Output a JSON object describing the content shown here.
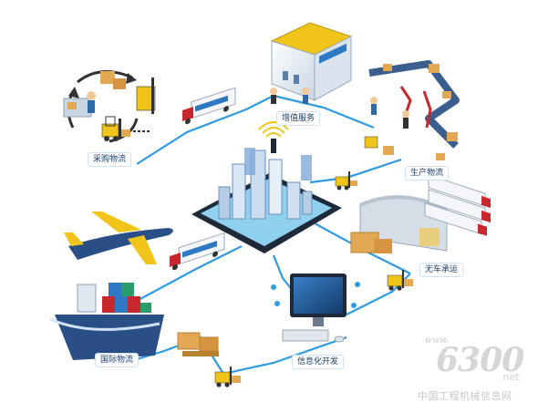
{
  "colors": {
    "route": "#2e9be0",
    "truck_red": "#c8282d",
    "box": "#e3a853",
    "building": "#e2e8ef",
    "screen": "#1d4f8a",
    "watermark": "#d0d0d0"
  },
  "labels": {
    "procurement": "采购物流",
    "value_added": "增值服务",
    "production": "生产物流",
    "no_truck": "无车承运",
    "international": "国际物流",
    "informatization": "信息化开发"
  },
  "watermark": {
    "www": "www.",
    "number": "6300",
    "net": ".net",
    "site_name": "中国工程机械信息网"
  },
  "icons": [
    "forklift-icon",
    "truck-icon",
    "airplane-icon",
    "cargo-ship-icon",
    "warehouse-icon",
    "computer-icon",
    "wifi-signal-icon",
    "box-stack-icon",
    "conveyor-icon"
  ]
}
